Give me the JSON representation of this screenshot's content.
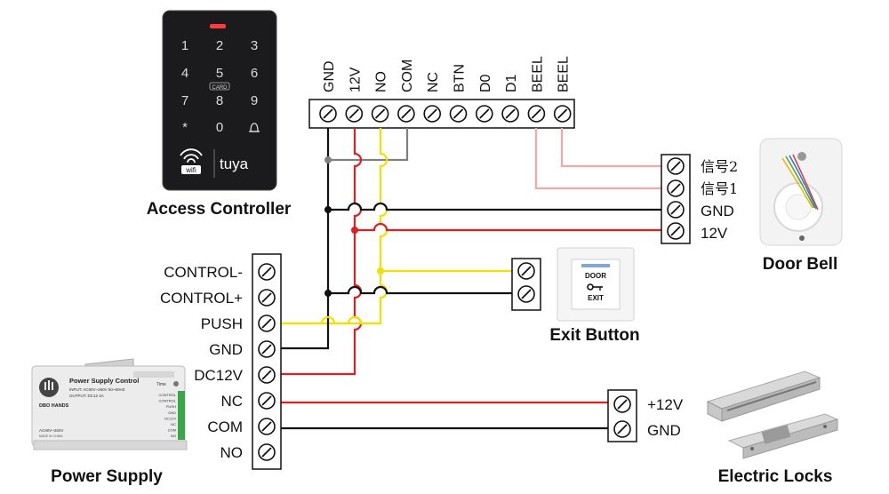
{
  "controller": {
    "caption": "Access Controller",
    "keypad": [
      "1",
      "2",
      "3",
      "4",
      "5",
      "6",
      "7",
      "8",
      "9",
      "*",
      "0"
    ],
    "card_label": "CARD",
    "wifi_label": "wifi",
    "brand": "tuya"
  },
  "top_terminals": [
    "GND",
    "12V",
    "NO",
    "COM",
    "NC",
    "BTN",
    "D0",
    "D1",
    "BEEL",
    "BEEL"
  ],
  "left_terminals": [
    "CONTROL-",
    "CONTROL+",
    "PUSH",
    "GND",
    "DC12V",
    "NC",
    "COM",
    "NO"
  ],
  "doorbell": {
    "caption": "Door Bell",
    "terminals": [
      "信号2",
      "信号1",
      "GND",
      "12V"
    ]
  },
  "exit_button": {
    "caption": "Exit Button",
    "label_top": "DOOR",
    "label_bottom": "EXIT"
  },
  "locks": {
    "caption": "Electric Locks",
    "terminals": [
      "+12V",
      "GND"
    ]
  },
  "power_supply": {
    "caption": "Power Supply",
    "title": "Power Supply Control",
    "input": "INPUT: AC90V~260V 50~60HZ",
    "output": "OUTPUT: DC12 3A",
    "time": "Time",
    "brand": "DBO HANDS",
    "voltage": "AC90V~260V",
    "made": "MADE IN CHINA",
    "side_labels": [
      "CONTROL",
      "CONTROL",
      "PUSH",
      "GND",
      "DC12V",
      "NC",
      "COM",
      "NO"
    ]
  },
  "wire_colors": {
    "black": "#111111",
    "red": "#e02020",
    "yellow": "#f2e000",
    "gray": "#808080",
    "pink": "#f0a8a8"
  }
}
